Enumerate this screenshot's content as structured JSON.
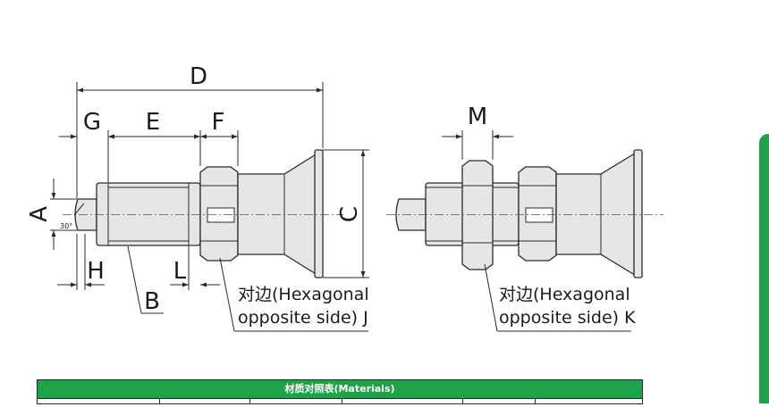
{
  "dimension_labels": {
    "D": "D",
    "G": "G",
    "E": "E",
    "F": "F",
    "A": "A",
    "C": "C",
    "H": "H",
    "L": "L",
    "B": "B",
    "M": "M",
    "angle": "30°"
  },
  "callouts": {
    "left_line1": "对边(Hexagonal",
    "left_line2": "opposite side) J",
    "right_line1": "对边(Hexagonal",
    "right_line2": "opposite side) K"
  },
  "materials_table": {
    "title": "材质对照表(Materials)"
  },
  "colors": {
    "accent_green": "#1ea34a",
    "part_fill": "#e6e6e6",
    "line": "#2a2a2a"
  }
}
